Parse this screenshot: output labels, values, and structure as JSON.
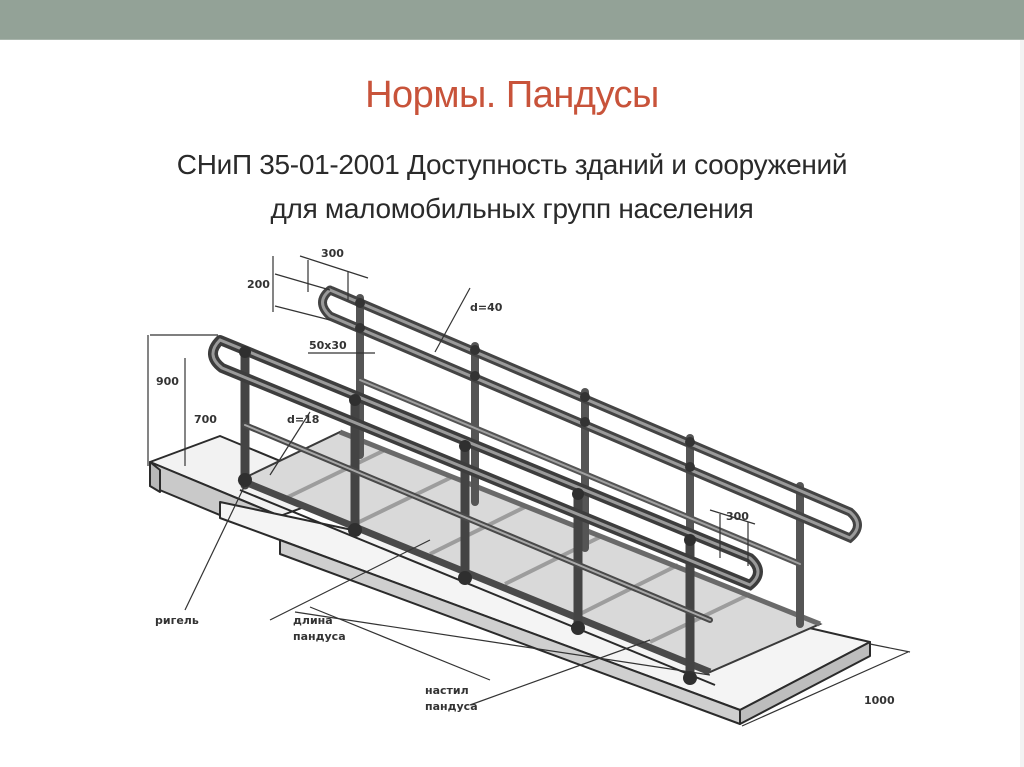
{
  "slide": {
    "title": "Нормы. Пандусы",
    "subtitle_line1": "СНиП 35-01-2001 Доступность зданий и сооружений",
    "subtitle_line2": "для маломобильных групп населения",
    "colors": {
      "top_band": "#93a297",
      "title": "#c8533a",
      "subtitle": "#2a2a2a"
    }
  },
  "diagram": {
    "subject": "ramp-with-handrails",
    "dimensions": {
      "handrail_extension_top": "300",
      "handrail_gap": "200",
      "handrail_diameter": "d=40",
      "post_section": "50x30",
      "upper_rail_height": "900",
      "lower_rail_height": "700",
      "guard_rail_diameter": "d=18",
      "handrail_extension_bottom": "300",
      "landing_length": "1000"
    },
    "callouts": {
      "rigel": "ригель",
      "ramp_length_line1": "длина",
      "ramp_length_line2": "пандуса",
      "deck_line1": "настил",
      "deck_line2": "пандуса"
    }
  }
}
